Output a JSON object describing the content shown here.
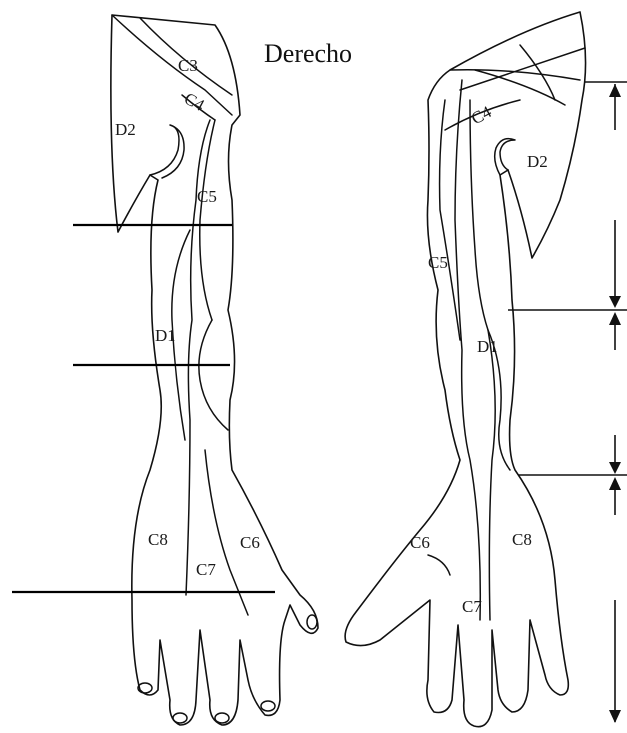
{
  "title": "Derecho",
  "labels": {
    "front_c3": "C3",
    "front_c4": "C4",
    "front_d2": "D2",
    "front_c5": "C5",
    "front_d1": "D1",
    "front_c8": "C8",
    "front_c7": "C7",
    "front_c6": "C6",
    "back_c4": "C4",
    "back_d2": "D2",
    "back_c5": "C5",
    "back_d1": "D1",
    "back_c6": "C6",
    "back_c8": "C8",
    "back_c7": "C7"
  }
}
